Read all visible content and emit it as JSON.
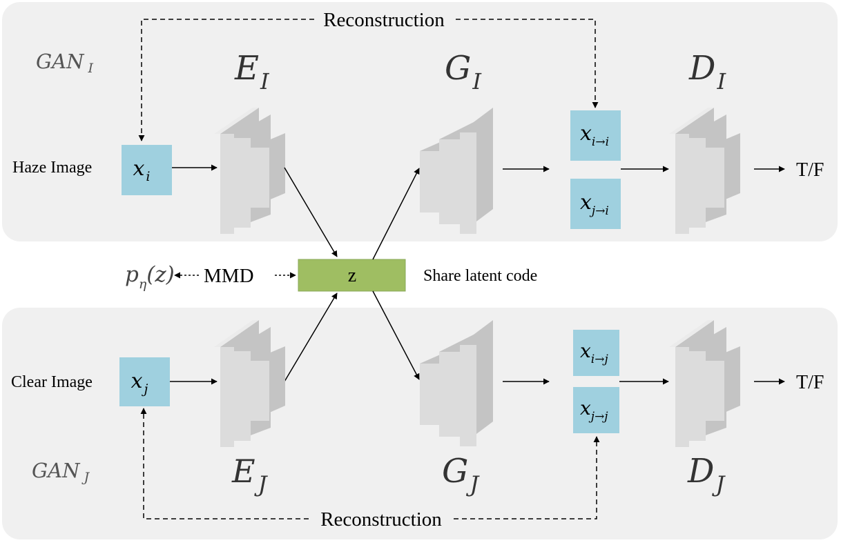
{
  "colors": {
    "panel": "#f0f0f0",
    "box_blue": "#9fd0df",
    "box_green": "#9fbe62",
    "box_green_stroke": "#8aa85a",
    "layer_face": "#dcdcdc",
    "layer_side": "#c4c4c4",
    "layer_top": "#ebebeb",
    "line": "#000000",
    "text_dim": "#555555"
  },
  "top": {
    "gan_label": {
      "base": "GAN",
      "sub": "I"
    },
    "reconstruction": "Reconstruction",
    "input_label": "Haze Image",
    "input_box": {
      "base": "x",
      "sub": "i"
    },
    "encoder": {
      "base": "E",
      "sub": "I"
    },
    "generator": {
      "base": "G",
      "sub": "I"
    },
    "discriminator": {
      "base": "D",
      "sub": "I"
    },
    "out1": {
      "base": "x",
      "sub": "i→i"
    },
    "out2": {
      "base": "x",
      "sub": "j→i"
    },
    "result": "T/F",
    "icon": "encoder-layers"
  },
  "middle": {
    "prior": {
      "base": "p",
      "sub": "η",
      "arg": "(z)"
    },
    "mmd": "MMD",
    "latent": "z",
    "latent_label": "Share latent code"
  },
  "bottom": {
    "gan_label": {
      "base": "GAN",
      "sub": "J"
    },
    "reconstruction": "Reconstruction",
    "input_label": "Clear Image",
    "input_box": {
      "base": "x",
      "sub": "j"
    },
    "encoder": {
      "base": "E",
      "sub": "J"
    },
    "generator": {
      "base": "G",
      "sub": "J"
    },
    "discriminator": {
      "base": "D",
      "sub": "J"
    },
    "out1": {
      "base": "x",
      "sub": "i→j"
    },
    "out2": {
      "base": "x",
      "sub": "j→j"
    },
    "result": "T/F"
  }
}
